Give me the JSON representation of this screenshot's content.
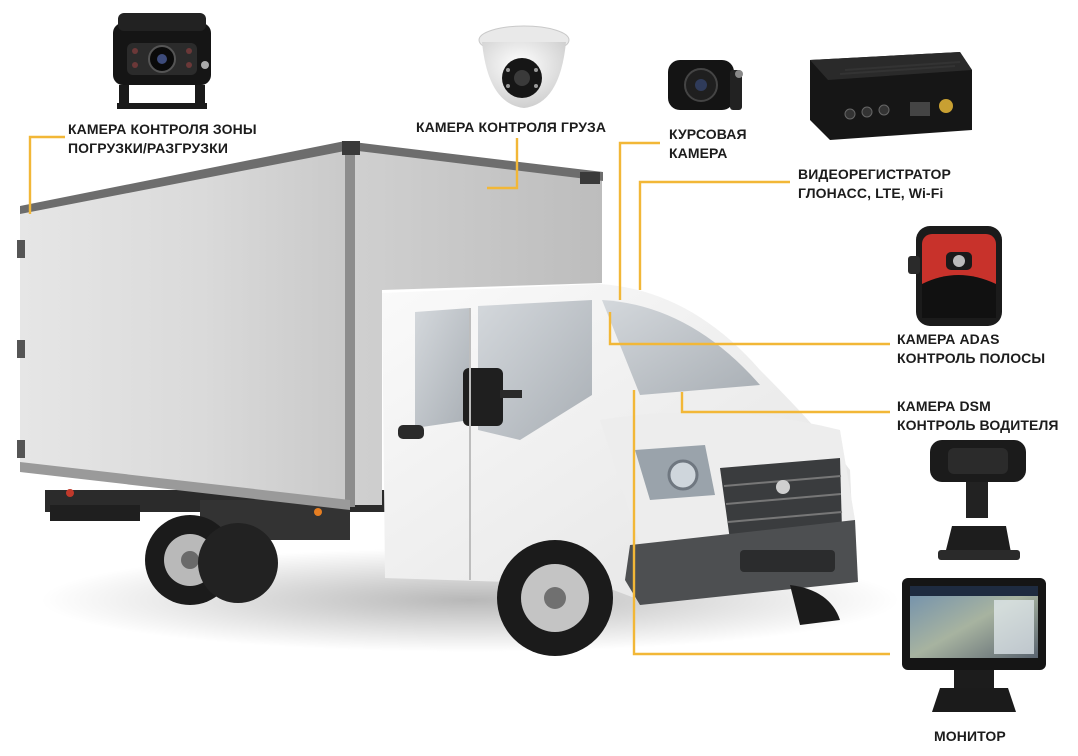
{
  "colors": {
    "leader_line": "#f2b737",
    "label_text": "#1c1c1c",
    "truck_body": "#d9d9d9",
    "cab_white": "#f4f4f4",
    "bumper": "#4d4f51",
    "adas_red": "#c8322b"
  },
  "labels": {
    "loading_zone_camera": [
      "КАМЕРА КОНТРОЛЯ ЗОНЫ",
      "ПОГРУЗКИ/РАЗГРУЗКИ"
    ],
    "cargo_camera": [
      "КАМЕРА КОНТРОЛЯ ГРУЗА"
    ],
    "course_camera": [
      "КУРСОВАЯ",
      "КАМЕРА"
    ],
    "dvr": [
      "ВИДЕОРЕГИСТРАТОР",
      "ГЛОНАСС, LTE, Wi-Fi"
    ],
    "adas_camera": [
      "КАМЕРА ADAS",
      "КОНТРОЛЬ ПОЛОСЫ"
    ],
    "dsm_camera": [
      "КАМЕРА DSM",
      "КОНТРОЛЬ ВОДИТЕЛЯ"
    ],
    "monitor": [
      "МОНИТОР"
    ]
  },
  "icons": {
    "loading_zone_camera": "reverse-camera-icon",
    "cargo_camera": "dome-camera-icon",
    "course_camera": "mini-camera-icon",
    "dvr": "mobile-dvr-icon",
    "adas_camera": "adas-camera-icon",
    "dsm_camera": "dsm-camera-icon",
    "monitor": "monitor-icon",
    "truck": "box-truck-icon"
  }
}
